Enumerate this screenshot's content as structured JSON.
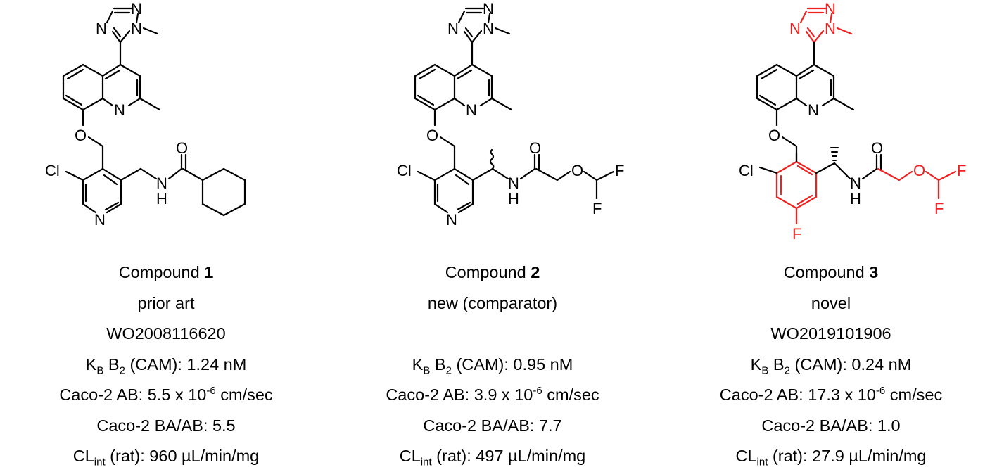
{
  "compounds": [
    {
      "id": "1",
      "caption_prefix": "Compound ",
      "number": "1",
      "status": "prior art",
      "patent": "WO2008116620",
      "kb": {
        "k": "K",
        "k_sub": "B",
        "b": " B",
        "b_sub": "2",
        "rest": " (CAM): 1.24 nM"
      },
      "caco_ab": {
        "prefix": "Caco-2 AB: 5.5 x 10",
        "exp": "-6",
        "unit": " cm/sec"
      },
      "caco_baab": "Caco-2 BA/AB: 5.5",
      "clint": {
        "prefix": "CL",
        "sub": "int",
        "rest": " (rat): 960 µL/min/mg"
      },
      "atoms": {
        "n1": "N",
        "n2": "N",
        "n3": "N",
        "nq": "N",
        "o": "O",
        "cl": "Cl",
        "npy": "N",
        "o_amide": "O",
        "nh_n": "N",
        "nh_h": "H"
      }
    },
    {
      "id": "2",
      "caption_prefix": "Compound ",
      "number": "2",
      "status": "new (comparator)",
      "patent": "",
      "kb": {
        "k": "K",
        "k_sub": "B",
        "b": " B",
        "b_sub": "2",
        "rest": " (CAM): 0.95 nM"
      },
      "caco_ab": {
        "prefix": "Caco-2 AB: 3.9 x 10",
        "exp": "-6",
        "unit": " cm/sec"
      },
      "caco_baab": "Caco-2 BA/AB: 7.7",
      "clint": {
        "prefix": "CL",
        "sub": "int",
        "rest": " (rat): 497 µL/min/mg"
      },
      "atoms": {
        "n1": "N",
        "n2": "N",
        "n3": "N",
        "nq": "N",
        "o": "O",
        "cl": "Cl",
        "npy": "N",
        "o_amide": "O",
        "nh_n": "N",
        "nh_h": "H",
        "o_ether": "O",
        "f1": "F",
        "f2": "F"
      }
    },
    {
      "id": "3",
      "caption_prefix": "Compound ",
      "number": "3",
      "status": "novel",
      "patent": "WO2019101906",
      "kb": {
        "k": "K",
        "k_sub": "B",
        "b": " B",
        "b_sub": "2",
        "rest": " (CAM): 0.24 nM"
      },
      "caco_ab": {
        "prefix": "Caco-2 AB: 17.3 x 10",
        "exp": "-6",
        "unit": " cm/sec"
      },
      "caco_baab": "Caco-2 BA/AB: 1.0",
      "clint": {
        "prefix": "CL",
        "sub": "int",
        "rest": " (rat): 27.9 µL/min/mg"
      },
      "atoms": {
        "n1": "N",
        "n2": "N",
        "n3": "N",
        "nq": "N",
        "o": "O",
        "cl": "Cl",
        "f_ring": "F",
        "o_amide": "O",
        "nh_n": "N",
        "nh_h": "H",
        "o_ether": "O",
        "f1": "F",
        "f2": "F"
      }
    }
  ],
  "colors": {
    "highlight": "#ee2020",
    "bond": "#000000"
  }
}
